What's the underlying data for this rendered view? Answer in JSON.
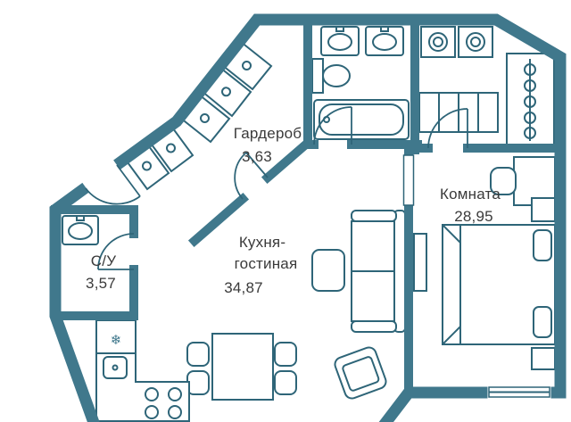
{
  "floorplan": {
    "rooms": [
      {
        "name": "Гардероб",
        "area": "3,63"
      },
      {
        "name": "Комната",
        "area": "28,95"
      },
      {
        "name_line1": "Кухня-",
        "name_line2": "гостиная",
        "area": "34,87"
      },
      {
        "name": "С/У",
        "area": "3,57"
      }
    ],
    "symbols": {
      "fridge": "❄"
    },
    "colors": {
      "wall": "#40788C",
      "furniture": "#2E6578",
      "text": "#3A3A3A",
      "background": "#FFFFFF"
    }
  }
}
